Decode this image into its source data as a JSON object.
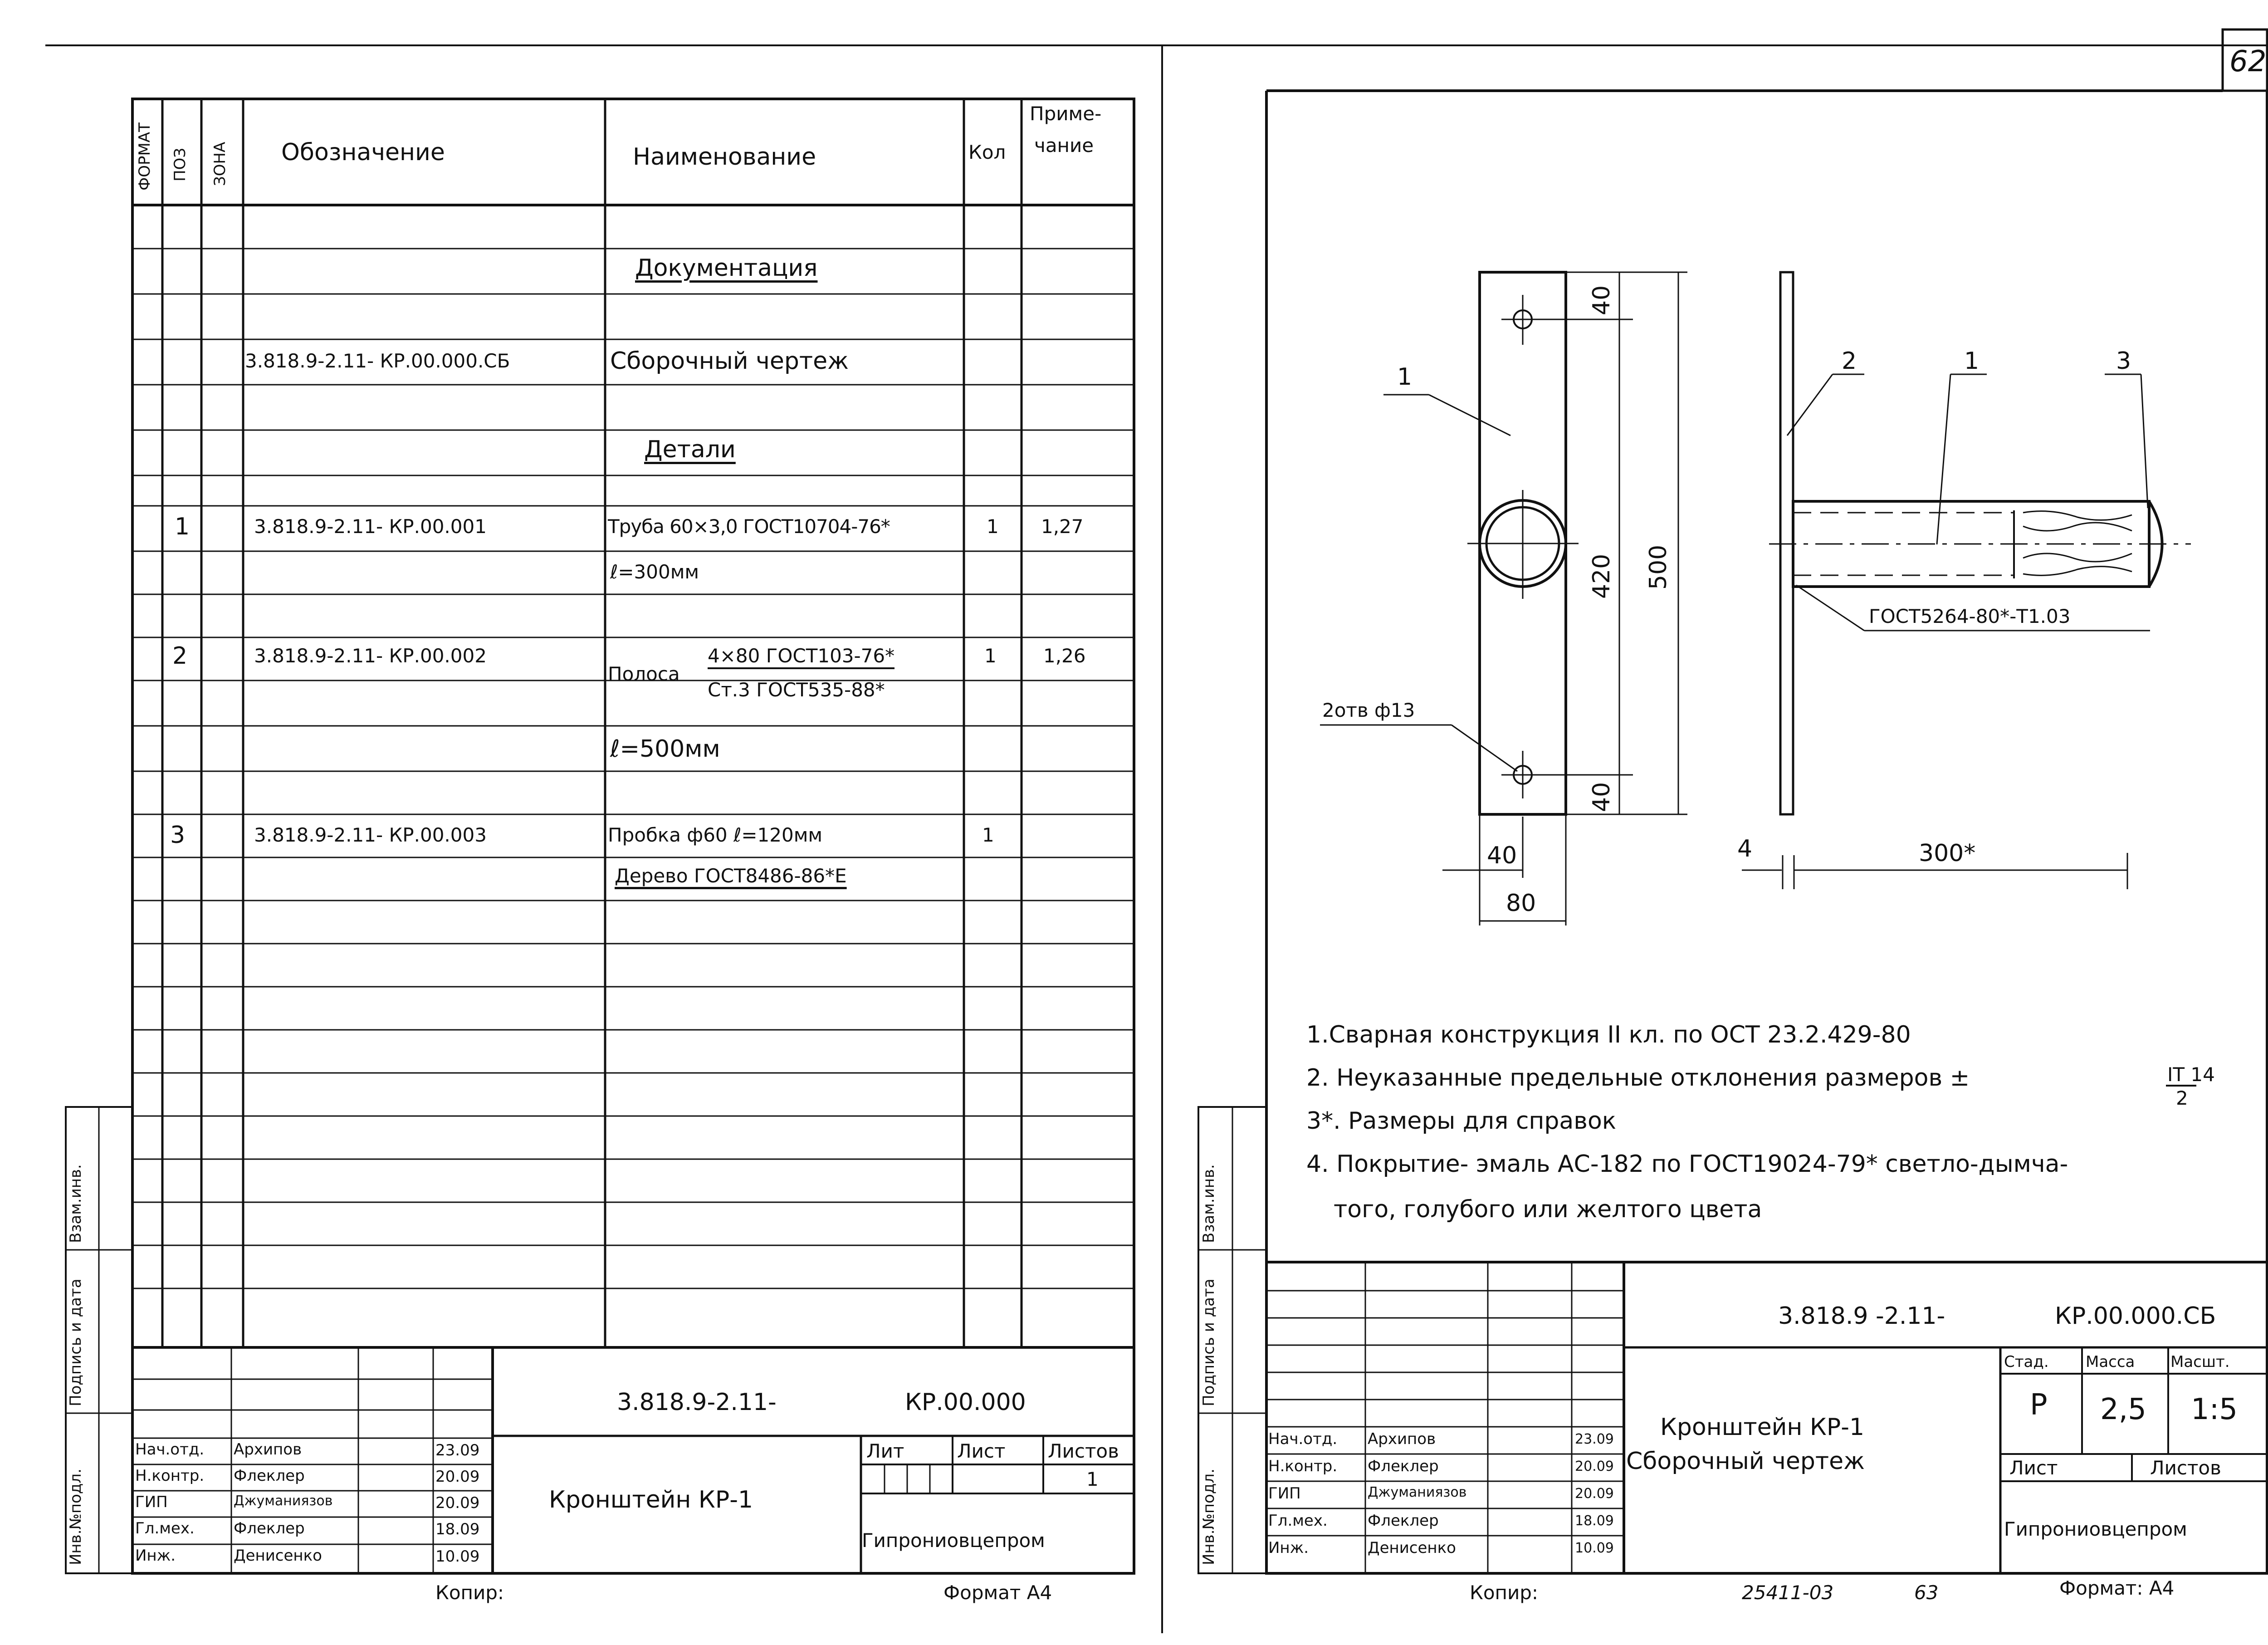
{
  "page_number": "62",
  "left_sheet": {
    "headers": {
      "format": "ФОРМАТ",
      "pos": "ПОЗ",
      "zone": "ЗОНА",
      "designation": "Обозначение",
      "name": "Наименование",
      "qty": "Кол",
      "note_line1": "Приме-",
      "note_line2": "чание"
    },
    "sections": {
      "documentation": "Документация",
      "details": "Детали"
    },
    "doc_row": {
      "designation": "3.818.9-2.11- КР.00.000.СБ",
      "name": "Сборочный чертеж"
    },
    "rows": [
      {
        "pos": "1",
        "designation": "3.818.9-2.11- КР.00.001",
        "name1": "Труба 60×3,0 ГОСТ10704-76*",
        "name2": "ℓ=300мм",
        "qty": "1",
        "note": "1,27"
      },
      {
        "pos": "2",
        "designation": "3.818.9-2.11- КР.00.002",
        "name_prefix": "Полоса",
        "frac_top": "4×80 ГОСТ103-76*",
        "frac_bottom": "Ст.3 ГОСТ535-88*",
        "name2": "ℓ=500мм",
        "qty": "1",
        "note": "1,26"
      },
      {
        "pos": "3",
        "designation": "3.818.9-2.11- КР.00.003",
        "name1": "Пробка ф60 ℓ=120мм",
        "name2": "Дерево ГОСТ8486-86*Е",
        "qty": "1",
        "note": ""
      }
    ],
    "side_labels": [
      "Инв.№подл.",
      "Подпись и дата",
      "Взам.инв."
    ],
    "title_block": {
      "code": "3.818.9-2.11-",
      "code2": "КР.00.000",
      "title": "Кронштейн КР-1",
      "lit": "Лит",
      "sheet": "Лист",
      "sheets": "Листов",
      "sheets_value": "1",
      "org": "Гипрониовцепром",
      "people": [
        {
          "role": "Нач.отд.",
          "name": "Архипов",
          "date": "23.09"
        },
        {
          "role": "Н.контр.",
          "name": "Флеклер",
          "date": "20.09"
        },
        {
          "role": "ГИП",
          "name": "Джуманиязов",
          "date": "20.09"
        },
        {
          "role": "Гл.мех.",
          "name": "Флеклер",
          "date": "18.09"
        },
        {
          "role": "Инж.",
          "name": "Денисенко",
          "date": "10.09"
        }
      ]
    },
    "copy_label": "Копир:",
    "format_label": "Формат А4"
  },
  "right_sheet": {
    "drawing": {
      "callouts": [
        "1",
        "2",
        "1",
        "3",
        "4"
      ],
      "dim_40_top": "40",
      "dim_420": "420",
      "dim_500": "500",
      "dim_40_bottom": "40",
      "dim_40_w": "40",
      "dim_80": "80",
      "holes": "2отв ф13",
      "weld": "ГОСТ5264-80*-Т1.03",
      "dim_300": "300*"
    },
    "notes": [
      "1.Сварная конструкция II кл. по ОСТ 23.2.429-80",
      "2. Неуказанные предельные отклонения размеров ±",
      "3*. Размеры для справок",
      "4. Покрытие- эмаль АС-182 по ГОСТ19024-79* светло-дымча-",
      "того, голубого или желтого цвета"
    ],
    "tolerance_top": "IT 14",
    "tolerance_bottom": "2",
    "side_labels": [
      "Инв.№подл.",
      "Подпись и дата",
      "Взам.инв."
    ],
    "title_block": {
      "code": "3.818.9 -2.11-",
      "code2": "КР.00.000.СБ",
      "title1": "Кронштейн КР-1",
      "title2": "Сборочный чертеж",
      "stage": "Стад.",
      "mass": "Масса",
      "scale": "Масшт.",
      "stage_v": "Р",
      "mass_v": "2,5",
      "scale_v": "1:5",
      "sheet": "Лист",
      "sheets": "Листов",
      "org": "Гипрониовцепром",
      "people": [
        {
          "role": "Нач.отд.",
          "name": "Архипов",
          "date": "23.09"
        },
        {
          "role": "Н.контр.",
          "name": "Флеклер",
          "date": "20.09"
        },
        {
          "role": "ГИП",
          "name": "Джуманиязов",
          "date": "20.09"
        },
        {
          "role": "Гл.мех.",
          "name": "Флеклер",
          "date": "18.09"
        },
        {
          "role": "Инж.",
          "name": "Денисенко",
          "date": "10.09"
        }
      ]
    },
    "copy_label": "Копир:",
    "doc_number": "25411-03",
    "page": "63",
    "format_label": "Формат: А4"
  }
}
